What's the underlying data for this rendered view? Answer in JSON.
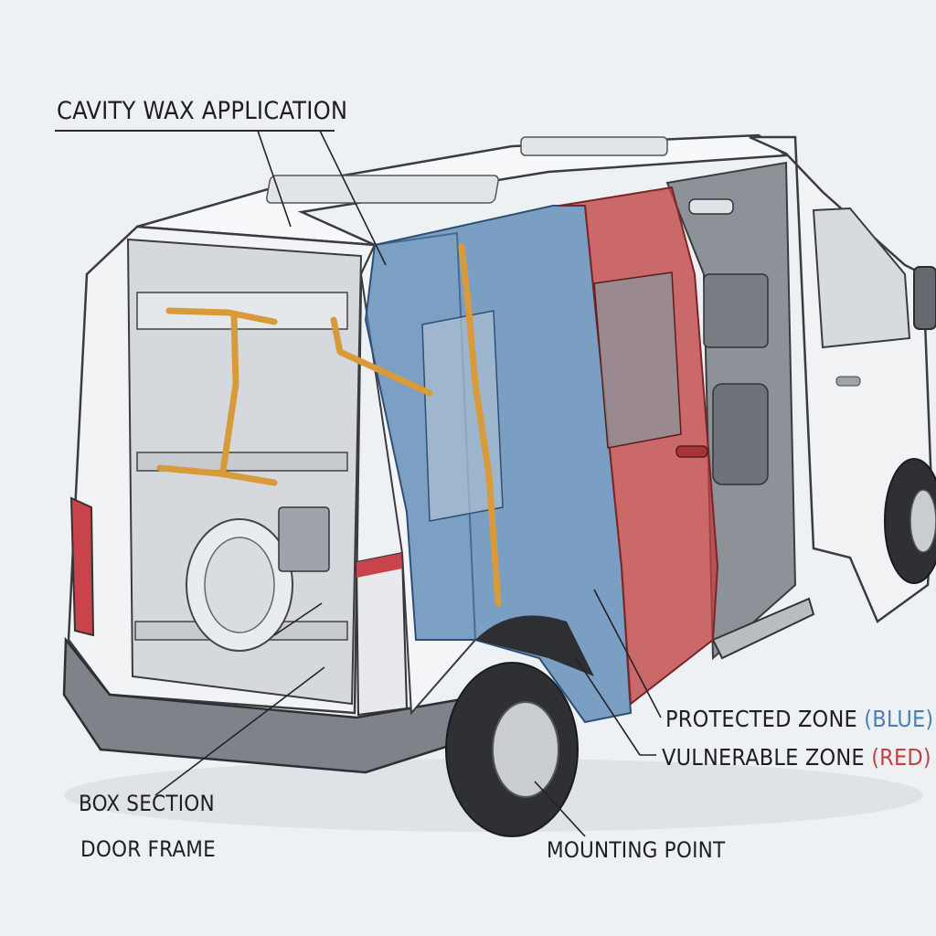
{
  "labels": {
    "title": "CAVITY WAX APPLICATION",
    "protected_zone": "PROTECTED ZONE",
    "protected_color": "(BLUE)",
    "vulnerable_zone": "VULNERABLE ZONE",
    "vulnerable_color": "(RED)",
    "box_section": "BOX SECTION",
    "door_frame": "DOOR FRAME",
    "mounting_point": "MOUNTING POINT"
  },
  "colors": {
    "background": "#eef1f4",
    "protected_blue": "#4e7fb0",
    "vulnerable_red": "#c24141",
    "wax_orange": "#d99a3a",
    "body_white": "#f4f5f6",
    "outline": "#3a3c40"
  }
}
